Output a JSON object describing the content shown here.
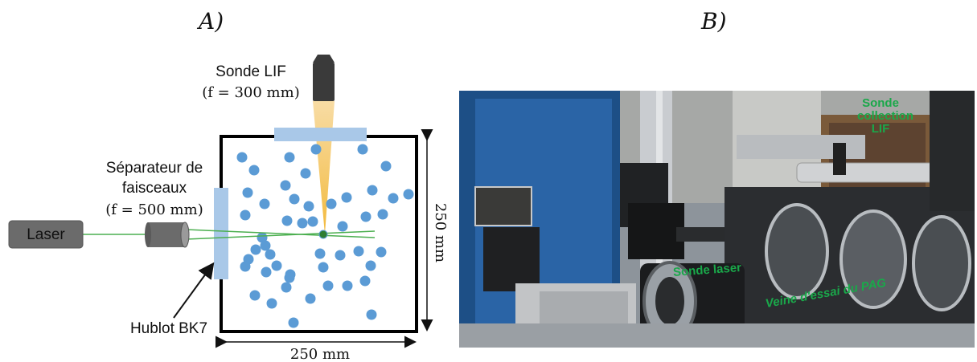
{
  "panels": {
    "a": "A)",
    "b": "B)"
  },
  "diagram": {
    "probe_title": "Sonde LIF",
    "probe_focal": "(f = 300 mm)",
    "splitter_line1": "Séparateur de",
    "splitter_line2": "faisceaux",
    "splitter_focal": "(f = 500 mm)",
    "laser": "Laser",
    "window": "Hublot BK7",
    "width_dim": "250 mm",
    "height_dim": "250 mm"
  },
  "photo": {
    "label_probe_line1": "Sonde",
    "label_probe_line2": "collection",
    "label_probe_line3": "LIF",
    "label_laser": "Sonde laser",
    "label_channel": "Veine d'essai du PAG"
  },
  "colors": {
    "particle": "#5b9bd5",
    "window": "#a9c8e8",
    "beam": "#4caf50",
    "cone": "#f2b632",
    "laser_box": "#6b6b6b",
    "label_green": "#1aa84a"
  }
}
